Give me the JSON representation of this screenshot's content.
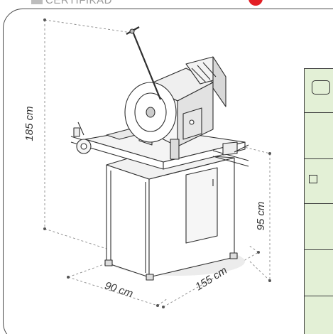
{
  "header": {
    "title": "CERTIFIKAD"
  },
  "dimensions": {
    "height_total": "185 cm",
    "height_table": "95 cm",
    "width": "90 cm",
    "depth": "155 cm"
  },
  "icons": {
    "logo": "brand-logo-icon",
    "brand_mark": "red-brand-dot-icon",
    "machine": "cold-saw-machine-illustration",
    "row1": "rounded-rectangle-icon",
    "row3": "square-icon"
  },
  "colors": {
    "table_fill": "#e3f0d6",
    "brand_red": "#e31e24",
    "line": "#333333",
    "dimension_line": "#8a8a8a"
  }
}
